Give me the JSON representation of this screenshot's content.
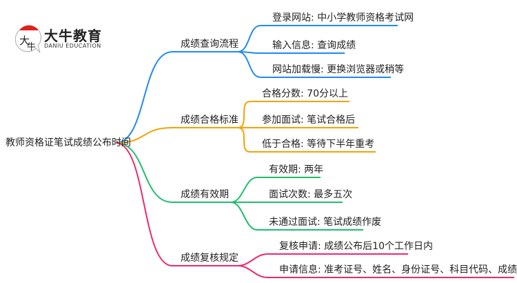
{
  "logo": {
    "name_cn": "大牛教育",
    "name_en": "DANIU EDUCATION",
    "mark": "大牛"
  },
  "root": "教师资格证笔试成绩公布时间",
  "branches": [
    {
      "label": "成绩查询流程",
      "color": "#1E8BEF",
      "leaves": [
        "登录网站: 中小学教师资格考试网",
        "输入信息: 查询成绩",
        "网站加载慢: 更换浏览器或稍等"
      ]
    },
    {
      "label": "成绩合格标准",
      "color": "#F5A200",
      "leaves": [
        "合格分数: 70分以上",
        "参加面试: 笔试合格后",
        "低于合格: 等待下半年重考"
      ]
    },
    {
      "label": "成绩有效期",
      "color": "#1DBE6B",
      "leaves": [
        "有效期: 两年",
        "面试次数: 最多五次",
        "未通过面试: 笔试成绩作废"
      ]
    },
    {
      "label": "成绩复核规定",
      "color": "#F0266E",
      "leaves": [
        "复核申请: 成绩公布后10个工作日内",
        "申请信息: 准考证号、姓名、身份证号、科目代码、成绩、联系电话"
      ]
    }
  ]
}
